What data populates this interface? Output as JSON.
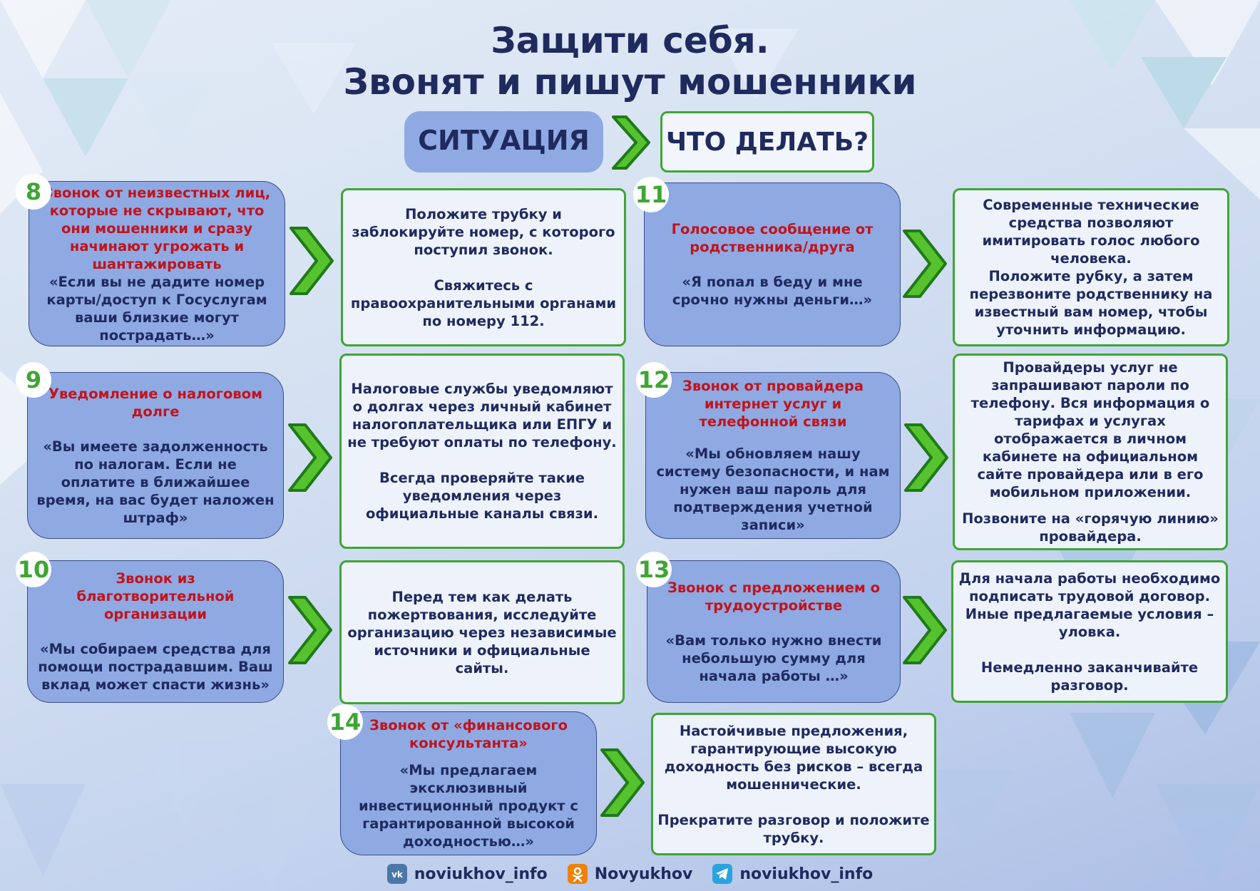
{
  "title": {
    "line1": "Защити себя.",
    "line2": "Звонят и пишут мошенники"
  },
  "header": {
    "situation": "СИТУАЦИЯ",
    "what_to_do": "ЧТО ДЕЛАТЬ?"
  },
  "cases": [
    {
      "number": "8",
      "situation_title": "Звонок от неизвестных лиц, которые не скрывают, что они мошенники и сразу начинают угрожать и шантажировать",
      "situation_quote": "«Если вы не дадите номер карты/доступ к Госуслугам ваши близкие могут пострадать…»",
      "answer_p1": "Положите трубку и заблокируйте номер, с которого поступил звонок.",
      "answer_p2": "Свяжитесь с правоохранительными органами по номеру 112."
    },
    {
      "number": "9",
      "situation_title": "Уведомление о налоговом долге",
      "situation_quote": "«Вы имеете задолженность по налогам. Если не оплатите в ближайшее время, на вас будет наложен штраф»",
      "answer_p1": "Налоговые службы уведомляют о долгах через личный кабинет налогоплательщика или ЕПГУ и не требуют оплаты по телефону.",
      "answer_p2": "Всегда проверяйте такие уведомления через официальные каналы связи."
    },
    {
      "number": "10",
      "situation_title": "Звонок из благотворительной организации",
      "situation_quote": "«Мы собираем средства для помощи пострадавшим. Ваш вклад может спасти жизнь»",
      "answer_p1": "Перед тем как делать пожертвования, исследуйте организацию через независимые источники и официальные сайты.",
      "answer_p2": ""
    },
    {
      "number": "11",
      "situation_title": "Голосовое сообщение от родственника/друга",
      "situation_quote": "«Я попал в беду и мне срочно нужны деньги…»",
      "answer_p1": "Современные технические средства позволяют имитировать голос любого человека.",
      "answer_p2": "Положите рубку, а затем перезвоните родственнику на известный вам номер, чтобы уточнить информацию."
    },
    {
      "number": "12",
      "situation_title": "Звонок от провайдера интернет услуг и телефонной связи",
      "situation_quote": "«Мы обновляем нашу систему безопасности, и нам нужен ваш пароль для подтверждения учетной записи»",
      "answer_p1": "Провайдеры услуг не запрашивают пароли по телефону. Вся информация о тарифах и услугах отображается в личном кабинете на официальном сайте провайдера или в его мобильном приложении.",
      "answer_p2": "Позвоните на «горячую линию» провайдера."
    },
    {
      "number": "13",
      "situation_title": "Звонок с предложением о трудоустройстве",
      "situation_quote": "«Вам только нужно внести небольшую сумму для начала работы …»",
      "answer_p1": "Для начала работы необходимо подписать трудовой договор. Иные предлагаемые условия – уловка.",
      "answer_p2": "Немедленно заканчивайте разговор."
    },
    {
      "number": "14",
      "situation_title": "Звонок от «финансового консультанта»",
      "situation_quote": "«Мы предлагаем эксклюзивный инвестиционный продукт с гарантированной высокой доходностью…»",
      "answer_p1": "Настойчивые предложения, гарантирующие высокую доходность без рисков – всегда мошеннические.",
      "answer_p2": "Прекратите разговор и положите трубку."
    }
  ],
  "footer": [
    {
      "icon": "vk-icon",
      "label": "noviukhov_info",
      "color": "#4a76a8"
    },
    {
      "icon": "odnoklassniki-icon",
      "label": "Novyukhov",
      "color": "#ee8208"
    },
    {
      "icon": "telegram-icon",
      "label": "noviukhov_info",
      "color": "#2aa3df"
    }
  ],
  "colors": {
    "title": "#1f2a5e",
    "situation_fill": "#8fa9e3",
    "accent_green": "#3fa534",
    "warning_red": "#c0141c"
  }
}
